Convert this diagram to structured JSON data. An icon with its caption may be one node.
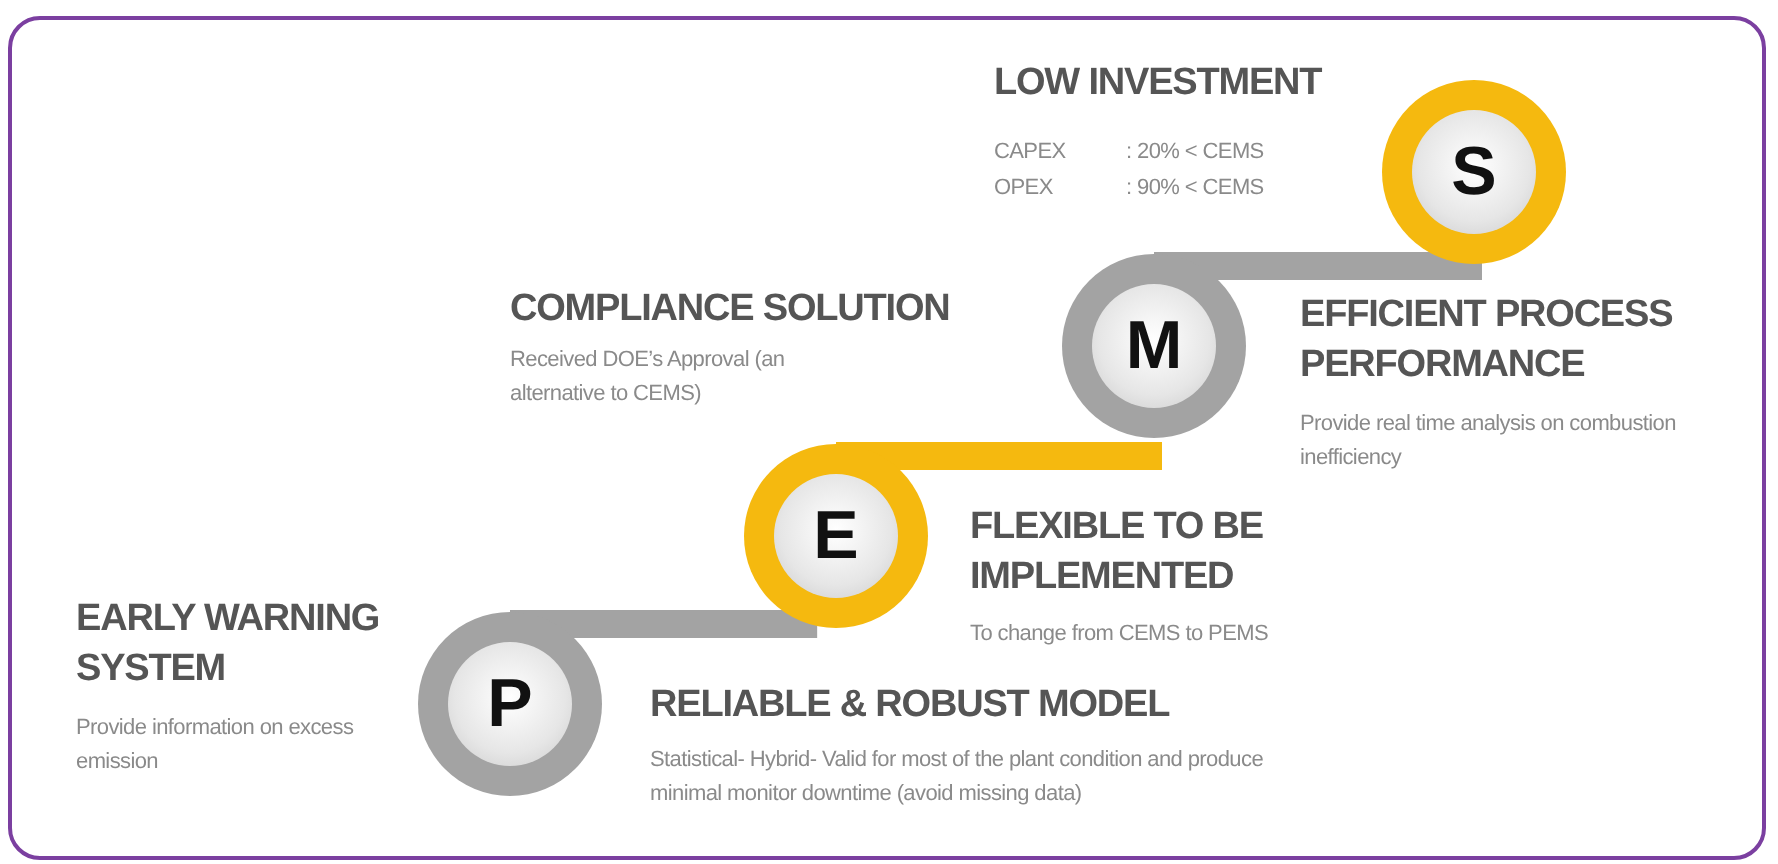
{
  "diagram": {
    "nodes": [
      {
        "text": [
          "P"
        ]
      },
      {
        "text": [
          "E"
        ]
      },
      {
        "text": [
          "M"
        ]
      },
      {
        "text": [
          "S"
        ]
      }
    ],
    "edges": [
      {
        "from": 0,
        "to": 1,
        "arrow": "none"
      },
      {
        "from": 1,
        "to": 2,
        "arrow": "none",
        "color": "#f5b90f"
      },
      {
        "from": 2,
        "to": 3,
        "arrow": "none"
      }
    ],
    "labels": [
      "LOW INVESTMENT",
      "CAPEX",
      ": 20% < CEMS",
      "OPEX",
      ": 90% < CEMS",
      "COMPLIANCE SOLUTION",
      "Received DOE’s Approval (an alternative to CEMS)",
      "EFFICIENT PROCESS PERFORMANCE",
      "Provide real time analysis on combustion inefficiency",
      "FLEXIBLE TO BE IMPLEMENTED",
      "To change from CEMS to PEMS",
      "EARLY WARNING SYSTEM",
      "Provide information on excess emission",
      "RELIABLE & ROBUST MODEL",
      "Statistical- Hybrid- Valid for most of the plant condition and produce minimal monitor downtime (avoid missing data)"
    ]
  }
}
